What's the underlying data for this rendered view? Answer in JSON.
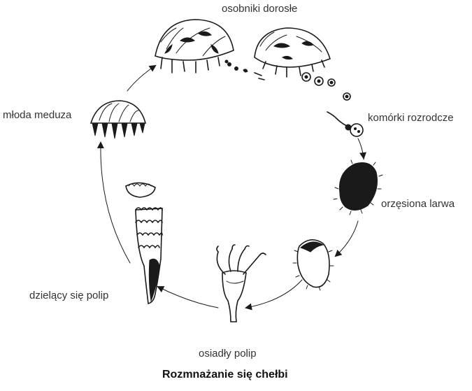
{
  "labels": {
    "adults": "osobniki dorosłe",
    "gametes": "komórki rozrodcze",
    "larva": "orzęsiona larwa",
    "settled_polyp": "osiadły polip",
    "dividing_polyp": "dzielący się polip",
    "young_medusa": "młoda meduza"
  },
  "caption": "Rozmnażanie się chełbi",
  "colors": {
    "ink": "#1a1a1a",
    "text": "#333333",
    "background": "#ffffff"
  },
  "stages_icons": [
    "adult-medusa-icon",
    "gamete-icon",
    "ciliated-larva-icon",
    "settled-polyp-icon",
    "strobila-icon",
    "ephyra-icon"
  ]
}
